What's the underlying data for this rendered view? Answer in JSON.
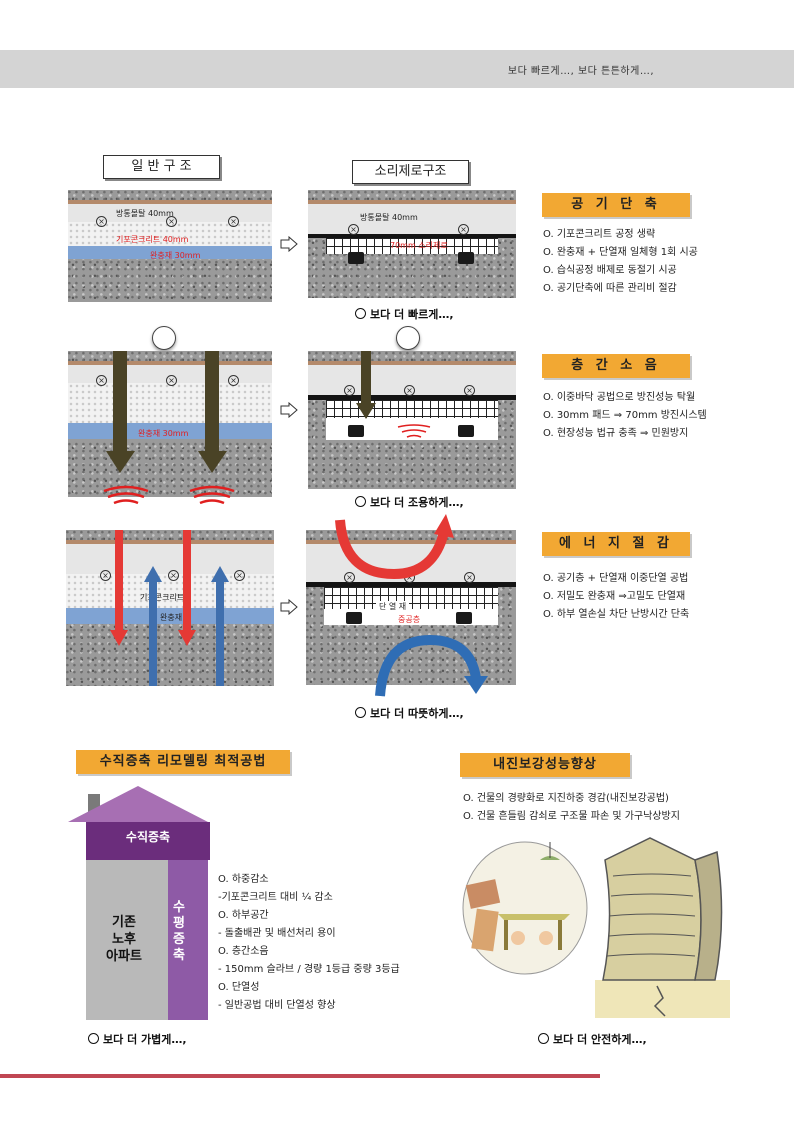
{
  "header": {
    "tagline": "보다 빠르게…,  보다 튼튼하게…,"
  },
  "columns": {
    "general": "일 반 구 조",
    "soundproof": "소리제로구조"
  },
  "rows": [
    {
      "left_labels": {
        "a": "방통몰탈 40mm",
        "b": "기포콘크리트 40mm",
        "c": "완충재 30mm"
      },
      "right_labels": {
        "a": "방통몰탈 40mm",
        "b": "70mm 소리제로"
      },
      "tagline": "보다 더 빠르게…,",
      "badge": "공 기 단 축",
      "bullets": [
        "O. 기포콘크리트 공정 생략",
        "O. 완충재 + 단열재 일체형 1회 시공",
        "O. 습식공정 배제로 동절기 시공",
        "O. 공기단축에 따른 관리비 절감"
      ]
    },
    {
      "left_labels": {
        "c": "완충재 30mm"
      },
      "tagline": "보다 더 조용하게…,",
      "badge": "층 간 소 음",
      "bullets": [
        "O. 이중바닥 공법으로  방진성능 탁월",
        "O. 30mm 패드 ⇒ 70mm 방진시스템",
        "O. 현장성능 법규 충족 ⇒ 민원방지"
      ]
    },
    {
      "left_labels": {
        "b": "기포콘크리트",
        "c": "완충재"
      },
      "right_labels": {
        "a": "단  열  재",
        "b": "중공층"
      },
      "tagline": "보다 더 따뜻하게…,",
      "badge": "에 너 지 절 감",
      "bullets": [
        "O. 공기층 + 단열재 이중단열 공법",
        "O. 저밀도 완충재 ⇒고밀도 단열재",
        "O. 하부 열손실 차단 난방시간 단축"
      ]
    }
  ],
  "vertical": {
    "badge": "수직증축  리모델링 최적공법",
    "roof_label": "수직증축",
    "main_label_lines": [
      "기존",
      "노후",
      "아파트"
    ],
    "side_label": "수평증축",
    "bullets": [
      "O. 하중감소",
      "   -기포콘크리트 대비 ¼ 감소",
      "O. 하부공간",
      "   - 돌출배관 및 배선처리 용이",
      "O. 층간소음",
      "   - 150mm 슬라브 / 경량 1등급 중량 3등급",
      "O. 단열성",
      "   - 일반공법 대비 단열성 향상"
    ],
    "tagline": "보다 더 가볍게…,"
  },
  "seismic": {
    "badge": "내진보강성능향상",
    "bullets": [
      "O. 건물의 경량화로 지진하중 경감(내진보강공법)",
      "O. 건물 흔들림 감쇠로 구조물 파손 및 가구낙상방지"
    ],
    "tagline": "보다 더 안전하게…,"
  },
  "colors": {
    "accent": "#f2a833",
    "purple": "#6b2d7c",
    "red_arrow": "#e53935",
    "blue_arrow": "#3f6fae",
    "bottom_line": "#c04653"
  }
}
